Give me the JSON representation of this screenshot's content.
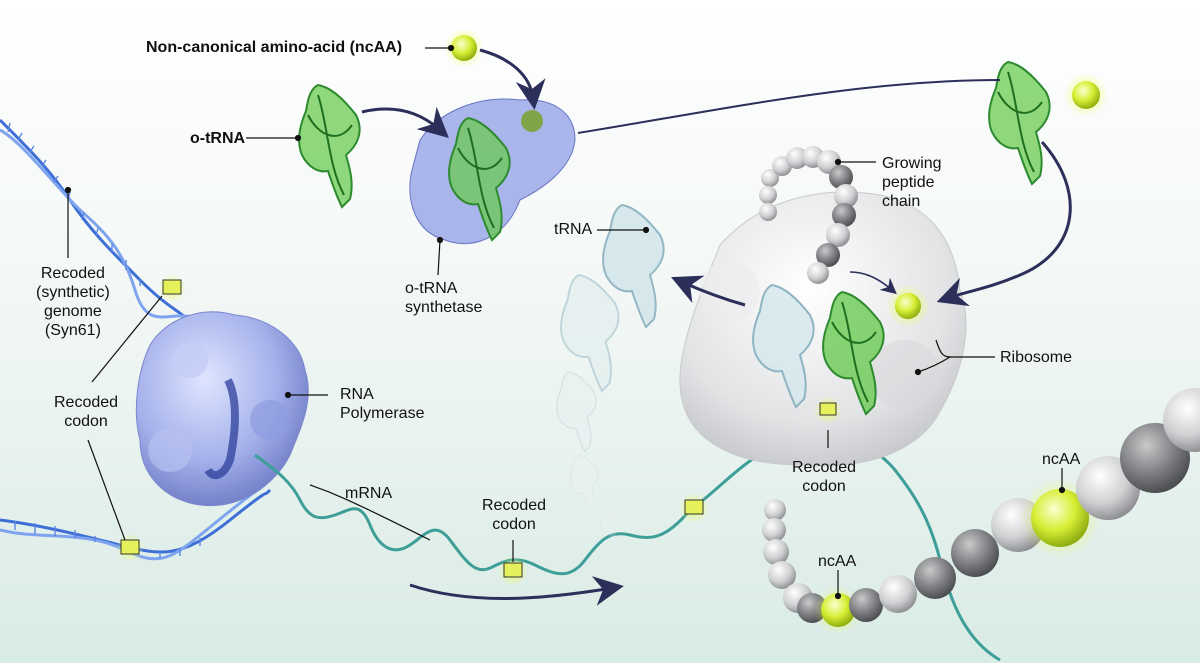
{
  "labels": {
    "ncaa_title": "Non-canonical amino-acid (ncAA)",
    "o_trna": "o-tRNA",
    "o_trna_synthetase": "o-tRNA\nsynthetase",
    "trna": "tRNA",
    "growing_peptide_chain": "Growing\npeptide\nchain",
    "ribosome": "Ribosome",
    "recoded_genome": "Recoded\n(synthetic)\ngenome\n(Syn61)",
    "recoded_codon_left": "Recoded\ncodon",
    "rna_polymerase": "RNA\nPolymerase",
    "mrna": "mRNA",
    "recoded_codon_mrna": "Recoded\ncodon",
    "recoded_codon_ribosome": "Recoded\ncodon",
    "ncaa_bottom": "ncAA",
    "ncaa_right": "ncAA"
  },
  "colors": {
    "trna_green": "#5fbf4a",
    "trna_pale": "#cfe3e6",
    "ncaa_yellow": "#d8ef3a",
    "dna_blue": "#3d6fd6",
    "polymerase": "#9aa8e6",
    "mrna": "#3e9e98",
    "ribosome": "#dedfe1",
    "arrow": "#2b2f5a"
  }
}
